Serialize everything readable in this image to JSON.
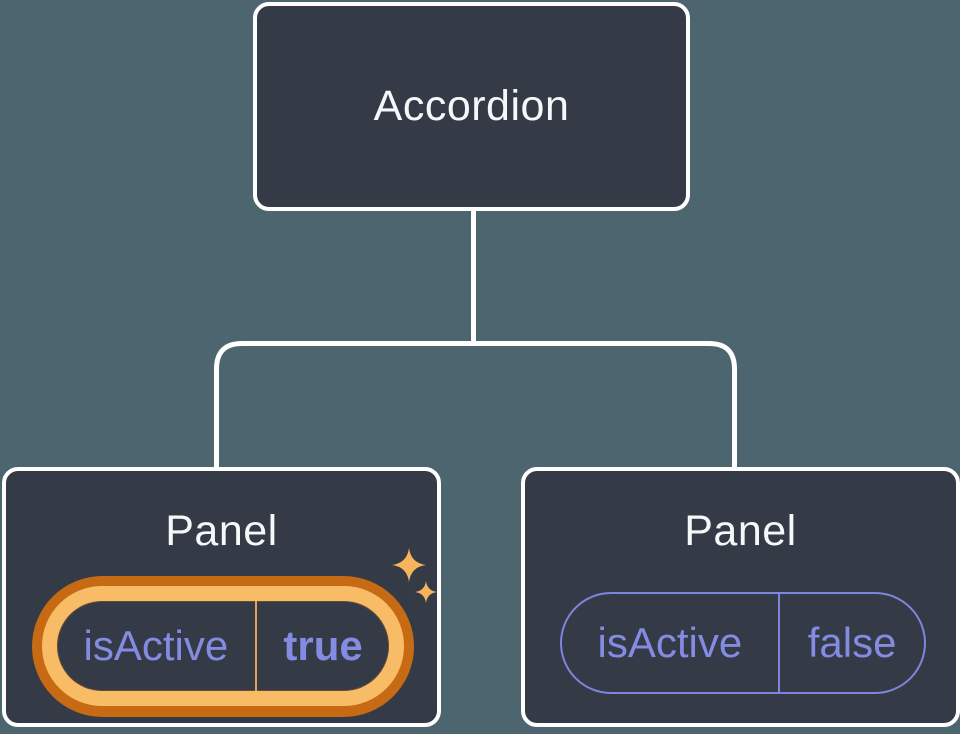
{
  "diagram": {
    "title_hint": "component tree with state",
    "root": {
      "label": "Accordion"
    },
    "panels": [
      {
        "label": "Panel",
        "prop": {
          "name": "isActive",
          "value": "true"
        },
        "active": true,
        "decoration": "sparkle-icon"
      },
      {
        "label": "Panel",
        "prop": {
          "name": "isActive",
          "value": "false"
        },
        "active": false,
        "decoration": null
      }
    ]
  },
  "colors": {
    "background": "#4c656e",
    "card_bg": "#343b47",
    "card_border": "#ffffff",
    "connector": "#ffffff",
    "title_text": "#f6f7f9",
    "state_text": "#848be2",
    "inactive_pill_border": "#7d85dd",
    "active_pill_gold": "#f9bc66",
    "active_pill_rim": "#c76a14",
    "active_divider": "#e5a44c",
    "sparkle": "#f7b45c"
  },
  "icons": {
    "sparkle": "four-point-star"
  }
}
